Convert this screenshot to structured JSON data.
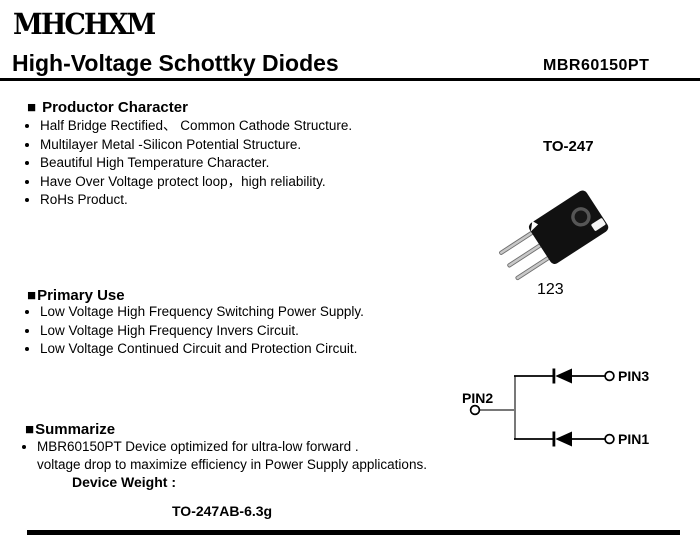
{
  "header": {
    "logo": "MHCHXM",
    "title": "High-Voltage Schottky Diodes",
    "part_number": "MBR60150PT"
  },
  "productor_character": {
    "marker": "■",
    "title": "Productor Character",
    "bullets": [
      "Half Bridge Rectified、 Common Cathode Structure.",
      "Multilayer Metal -Silicon Potential Structure.",
      "Beautiful High Temperature Character.",
      "Have Over Voltage protect loop，high  reliability.",
      "RoHs Product."
    ]
  },
  "primary_use": {
    "marker": "■",
    "title": "Primary Use",
    "bullets": [
      "Low Voltage High Frequency Switching Power Supply.",
      "Low Voltage High Frequency  Invers Circuit.",
      "Low Voltage Continued  Circuit and Protection Circuit."
    ]
  },
  "summarize": {
    "marker": "■",
    "title": "Summarize",
    "line1": "MBR60150PT Device optimized for ultra-low forward .",
    "line2": "voltage drop to maximize efficiency in Power Supply applications.",
    "device_weight_label": "Device Weight :",
    "device_weight_value": "TO-247AB-6.3g"
  },
  "right_column": {
    "package_name": "TO-247",
    "pin_numbers": "123",
    "circuit": {
      "pin1": "PIN1",
      "pin2": "PIN2",
      "pin3": "PIN3"
    }
  },
  "colors": {
    "text": "#000000",
    "circuit_gray": "#787878",
    "package_body": "#111111",
    "leg_silver": "#c8c8c8",
    "footer_bar": "#000000"
  }
}
